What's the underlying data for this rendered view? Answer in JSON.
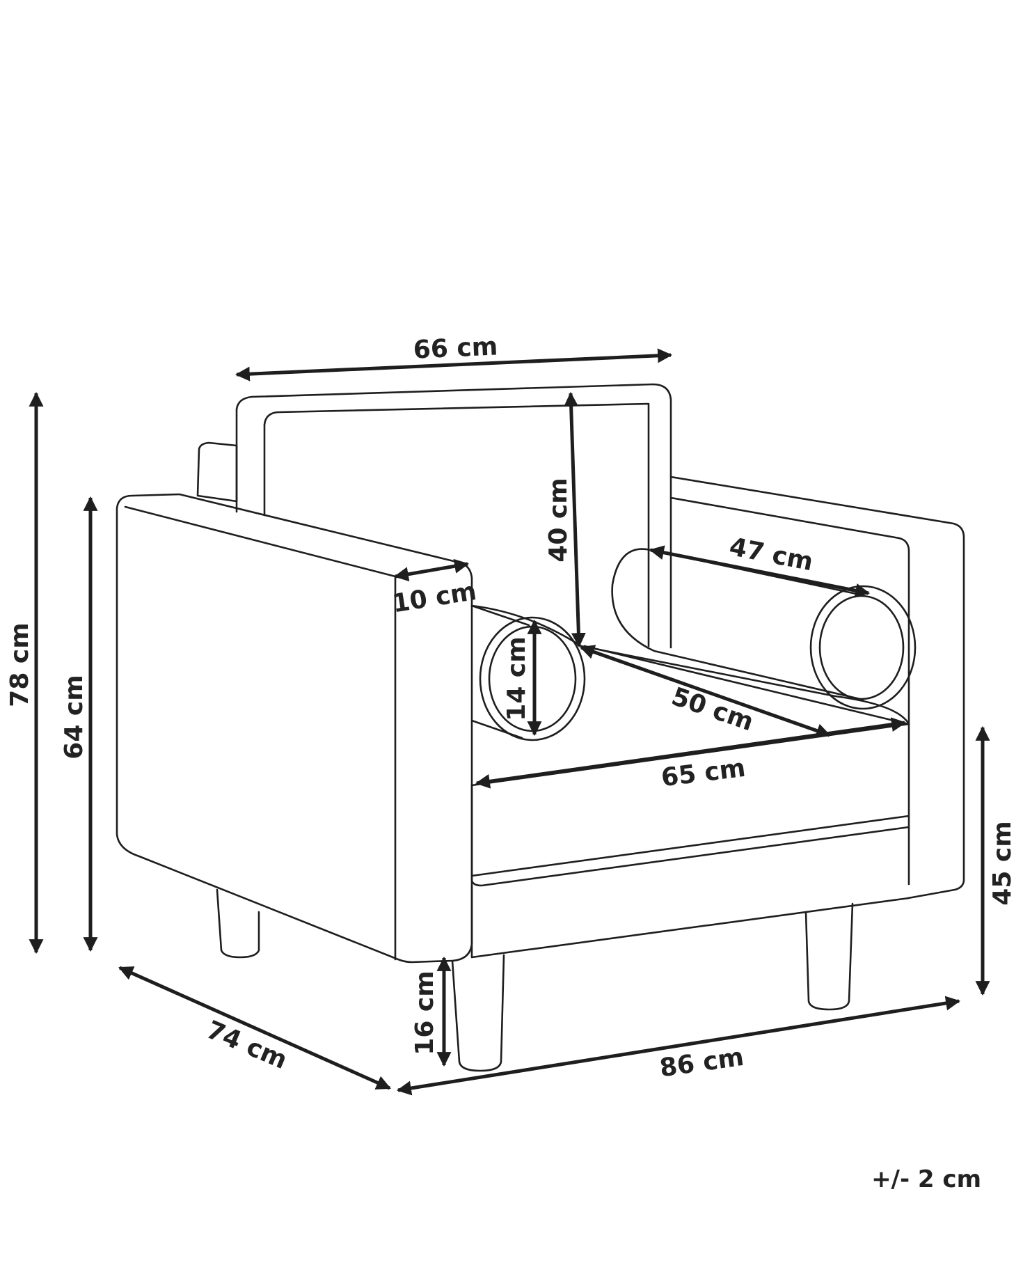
{
  "diagram": {
    "subject": "armchair",
    "colors": {
      "line": "#1e1e1e",
      "text": "#222222",
      "background": "#ffffff"
    },
    "dimensions": {
      "total_height": "78 cm",
      "arm_height": "64 cm",
      "back_width": "66 cm",
      "back_height": "40 cm",
      "arm_width": "10 cm",
      "bolster_length": "47 cm",
      "bolster_diameter": "14 cm",
      "seat_depth": "50 cm",
      "seat_width": "65 cm",
      "seat_height": "45 cm",
      "leg_height": "16 cm",
      "depth": "74 cm",
      "width": "86 cm"
    },
    "tolerance": "+/- 2 cm"
  }
}
